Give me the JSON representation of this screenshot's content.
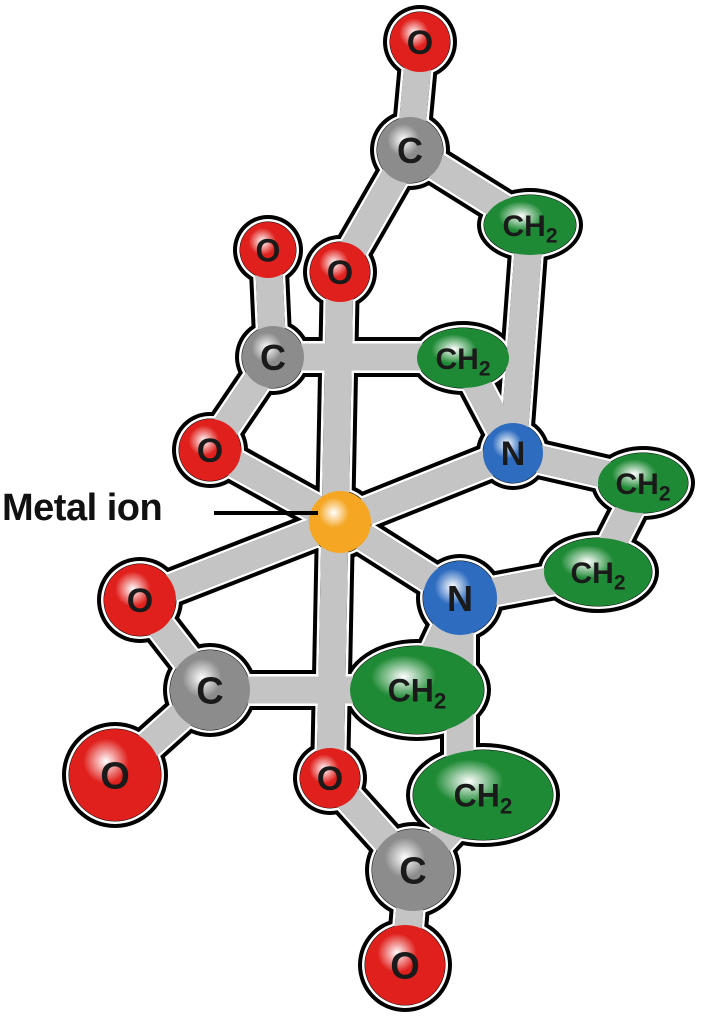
{
  "title_label": "Metal ion",
  "atoms": [
    {
      "text": "O",
      "sub": "",
      "kind": "oxygen"
    },
    {
      "text": "C",
      "sub": "",
      "kind": "carbon"
    },
    {
      "text": "CH",
      "sub": "2",
      "kind": "methylene"
    },
    {
      "text": "O",
      "sub": "",
      "kind": "oxygen"
    },
    {
      "text": "O",
      "sub": "",
      "kind": "oxygen"
    },
    {
      "text": "C",
      "sub": "",
      "kind": "carbon"
    },
    {
      "text": "CH",
      "sub": "2",
      "kind": "methylene"
    },
    {
      "text": "O",
      "sub": "",
      "kind": "oxygen"
    },
    {
      "text": "N",
      "sub": "",
      "kind": "nitrogen"
    },
    {
      "text": "CH",
      "sub": "2",
      "kind": "methylene"
    },
    {
      "text": "",
      "sub": "",
      "kind": "metal"
    },
    {
      "text": "CH",
      "sub": "2",
      "kind": "methylene"
    },
    {
      "text": "O",
      "sub": "",
      "kind": "oxygen"
    },
    {
      "text": "N",
      "sub": "",
      "kind": "nitrogen"
    },
    {
      "text": "C",
      "sub": "",
      "kind": "carbon"
    },
    {
      "text": "CH",
      "sub": "2",
      "kind": "methylene"
    },
    {
      "text": "O",
      "sub": "",
      "kind": "oxygen"
    },
    {
      "text": "O",
      "sub": "",
      "kind": "oxygen"
    },
    {
      "text": "CH",
      "sub": "2",
      "kind": "methylene"
    },
    {
      "text": "C",
      "sub": "",
      "kind": "carbon"
    },
    {
      "text": "O",
      "sub": "",
      "kind": "oxygen"
    }
  ],
  "colors": {
    "oxygen": "#e0201c",
    "carbon": "#8c8c8c",
    "methylene": "#1f8a35",
    "nitrogen": "#2e6cc0",
    "metal": "#f5a623",
    "bond": "#c4c4c4"
  }
}
